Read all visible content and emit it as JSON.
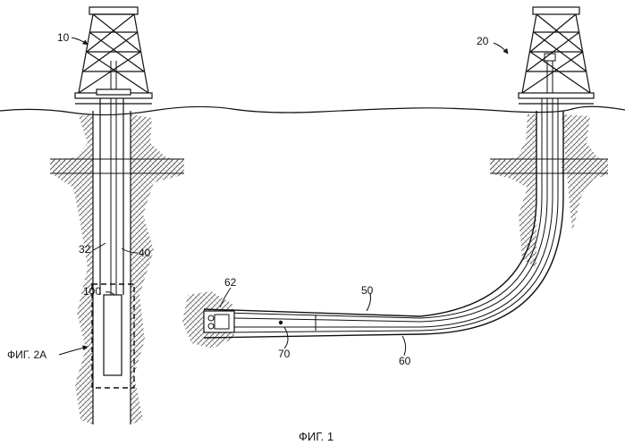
{
  "figure": {
    "caption": "ФИГ. 1",
    "callout_label": "ФИГ. 2А"
  },
  "labels": {
    "rig_left": "10",
    "rig_right": "20",
    "casing_outer": "32",
    "casing_inner": "40",
    "tool": "100",
    "bit_assembly": "62",
    "lateral_casing": "50",
    "lateral_string": "70",
    "lateral_borehole": "60"
  },
  "colors": {
    "line": "#111111",
    "hatch": "#555555",
    "background": "#ffffff"
  }
}
